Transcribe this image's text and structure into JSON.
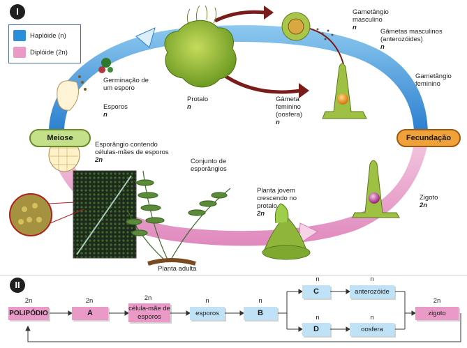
{
  "panels": {
    "one": "I",
    "two": "II"
  },
  "legend": {
    "haploid": {
      "label": "Haplóide (n)",
      "color": "#2a8fd8"
    },
    "diploid": {
      "label": "Diplóide (2n)",
      "color": "#e99ac6"
    }
  },
  "phases": {
    "meiosis": "Meiose",
    "fertilization": "Fecundação"
  },
  "labels": {
    "male_gametangium": "Gametângio masculino",
    "male_gametangium_ploidy": "n",
    "male_gametes": "Gâmetas masculinos (anterozóides)",
    "male_gametes_ploidy": "n",
    "female_gametangium": "Gametângio feminino",
    "germination": "Germinação de um esporo",
    "spores": "Esporos",
    "spores_ploidy": "n",
    "prothallus": "Protalo",
    "prothallus_ploidy": "n",
    "female_gamete": "Gâmeta feminino (oosfera)",
    "female_gamete_ploidy": "n",
    "sporangium": "Esporângio contendo células-mães de esporos",
    "sporangium_ploidy": "2n",
    "sporangia_cluster": "Conjunto de esporângios",
    "young_plant": "Planta jovem crescendo no protalo",
    "young_plant_ploidy": "2n",
    "zygote": "Zigoto",
    "zygote_ploidy": "2n",
    "adult_plant": "Planta adulta"
  },
  "flow": {
    "polipodio": {
      "label": "POLIPÓDIO",
      "ploidy": "2n"
    },
    "A": {
      "label": "A",
      "ploidy": "2n"
    },
    "mother_cell": {
      "label": "célula-mãe de esporos",
      "ploidy": "2n"
    },
    "spores": {
      "label": "esporos",
      "ploidy": "n"
    },
    "B": {
      "label": "B",
      "ploidy": "n"
    },
    "C": {
      "label": "C",
      "ploidy": "n"
    },
    "D": {
      "label": "D",
      "ploidy": "n"
    },
    "anterozoid": {
      "label": "anterozóide",
      "ploidy": "n"
    },
    "oosphere": {
      "label": "oosfera",
      "ploidy": "n"
    },
    "zygote": {
      "label": "zigoto",
      "ploidy": "2n"
    }
  }
}
